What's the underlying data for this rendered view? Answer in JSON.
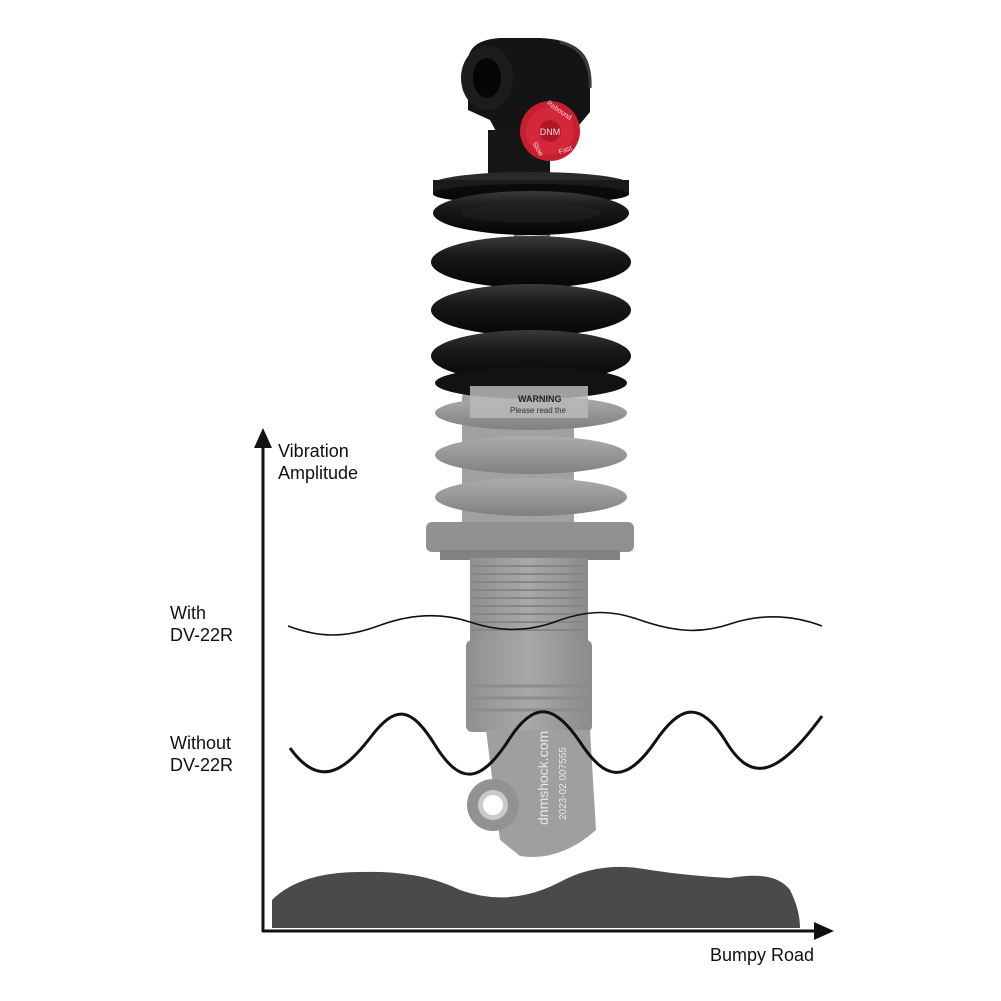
{
  "axis": {
    "y_label_line1": "Vibration",
    "y_label_line2": "Amplitude",
    "x_label": "Bumpy Road"
  },
  "curves": {
    "with_line1": "With",
    "with_line2": "DV-22R",
    "without_line1": "Without",
    "without_line2": "DV-22R"
  },
  "shock": {
    "knob_text_top": "Rebound",
    "knob_text_center": "DNM",
    "knob_text_left": "Slow",
    "knob_text_right": "Fast",
    "warning_text": "WARNING",
    "warning_sub": "Please read the",
    "brand_url": "dnmshock.com",
    "serial": "2023-02  007555"
  },
  "colors": {
    "shock_body": "#141414",
    "ghost_body": "#8a8a8a",
    "knob_red": "#d4283a",
    "road": "#4a4a4a",
    "curve": "#111111"
  }
}
